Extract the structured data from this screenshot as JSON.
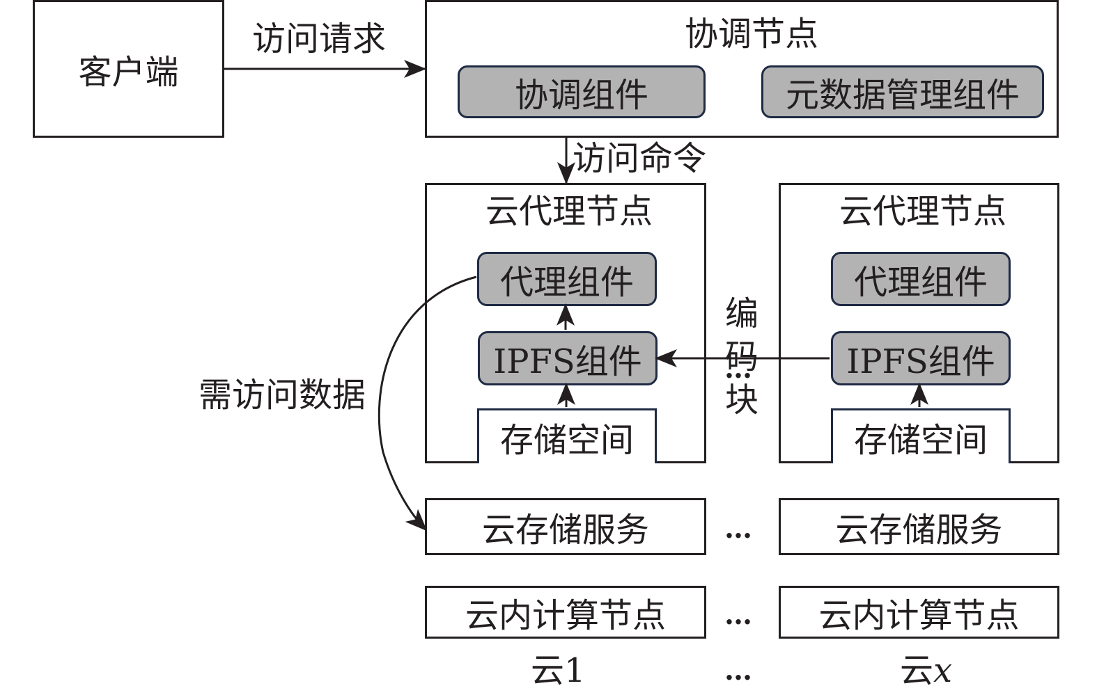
{
  "client": {
    "label": "客户端"
  },
  "edges": {
    "access_request": "访问请求",
    "access_command": "访问命令",
    "data_to_access": "需访问数据",
    "encoded_block": "编码块"
  },
  "coordinator": {
    "title": "协调节点",
    "components": [
      "协调组件",
      "元数据管理组件"
    ]
  },
  "clouds": [
    {
      "proxy_node_title": "云代理节点",
      "proxy_component": "代理组件",
      "ipfs_component": "IPFS组件",
      "storage_space": "存储空间",
      "cloud_storage_service": "云存储服务",
      "compute_node": "云内计算节点",
      "cloud_name": "云1"
    },
    {
      "proxy_node_title": "云代理节点",
      "proxy_component": "代理组件",
      "ipfs_component": "IPFS组件",
      "storage_space": "存储空间",
      "cloud_storage_service": "云存储服务",
      "compute_node": "云内计算节点",
      "cloud_name_prefix": "云",
      "cloud_name_var": "x"
    }
  ],
  "ellipsis": "…"
}
